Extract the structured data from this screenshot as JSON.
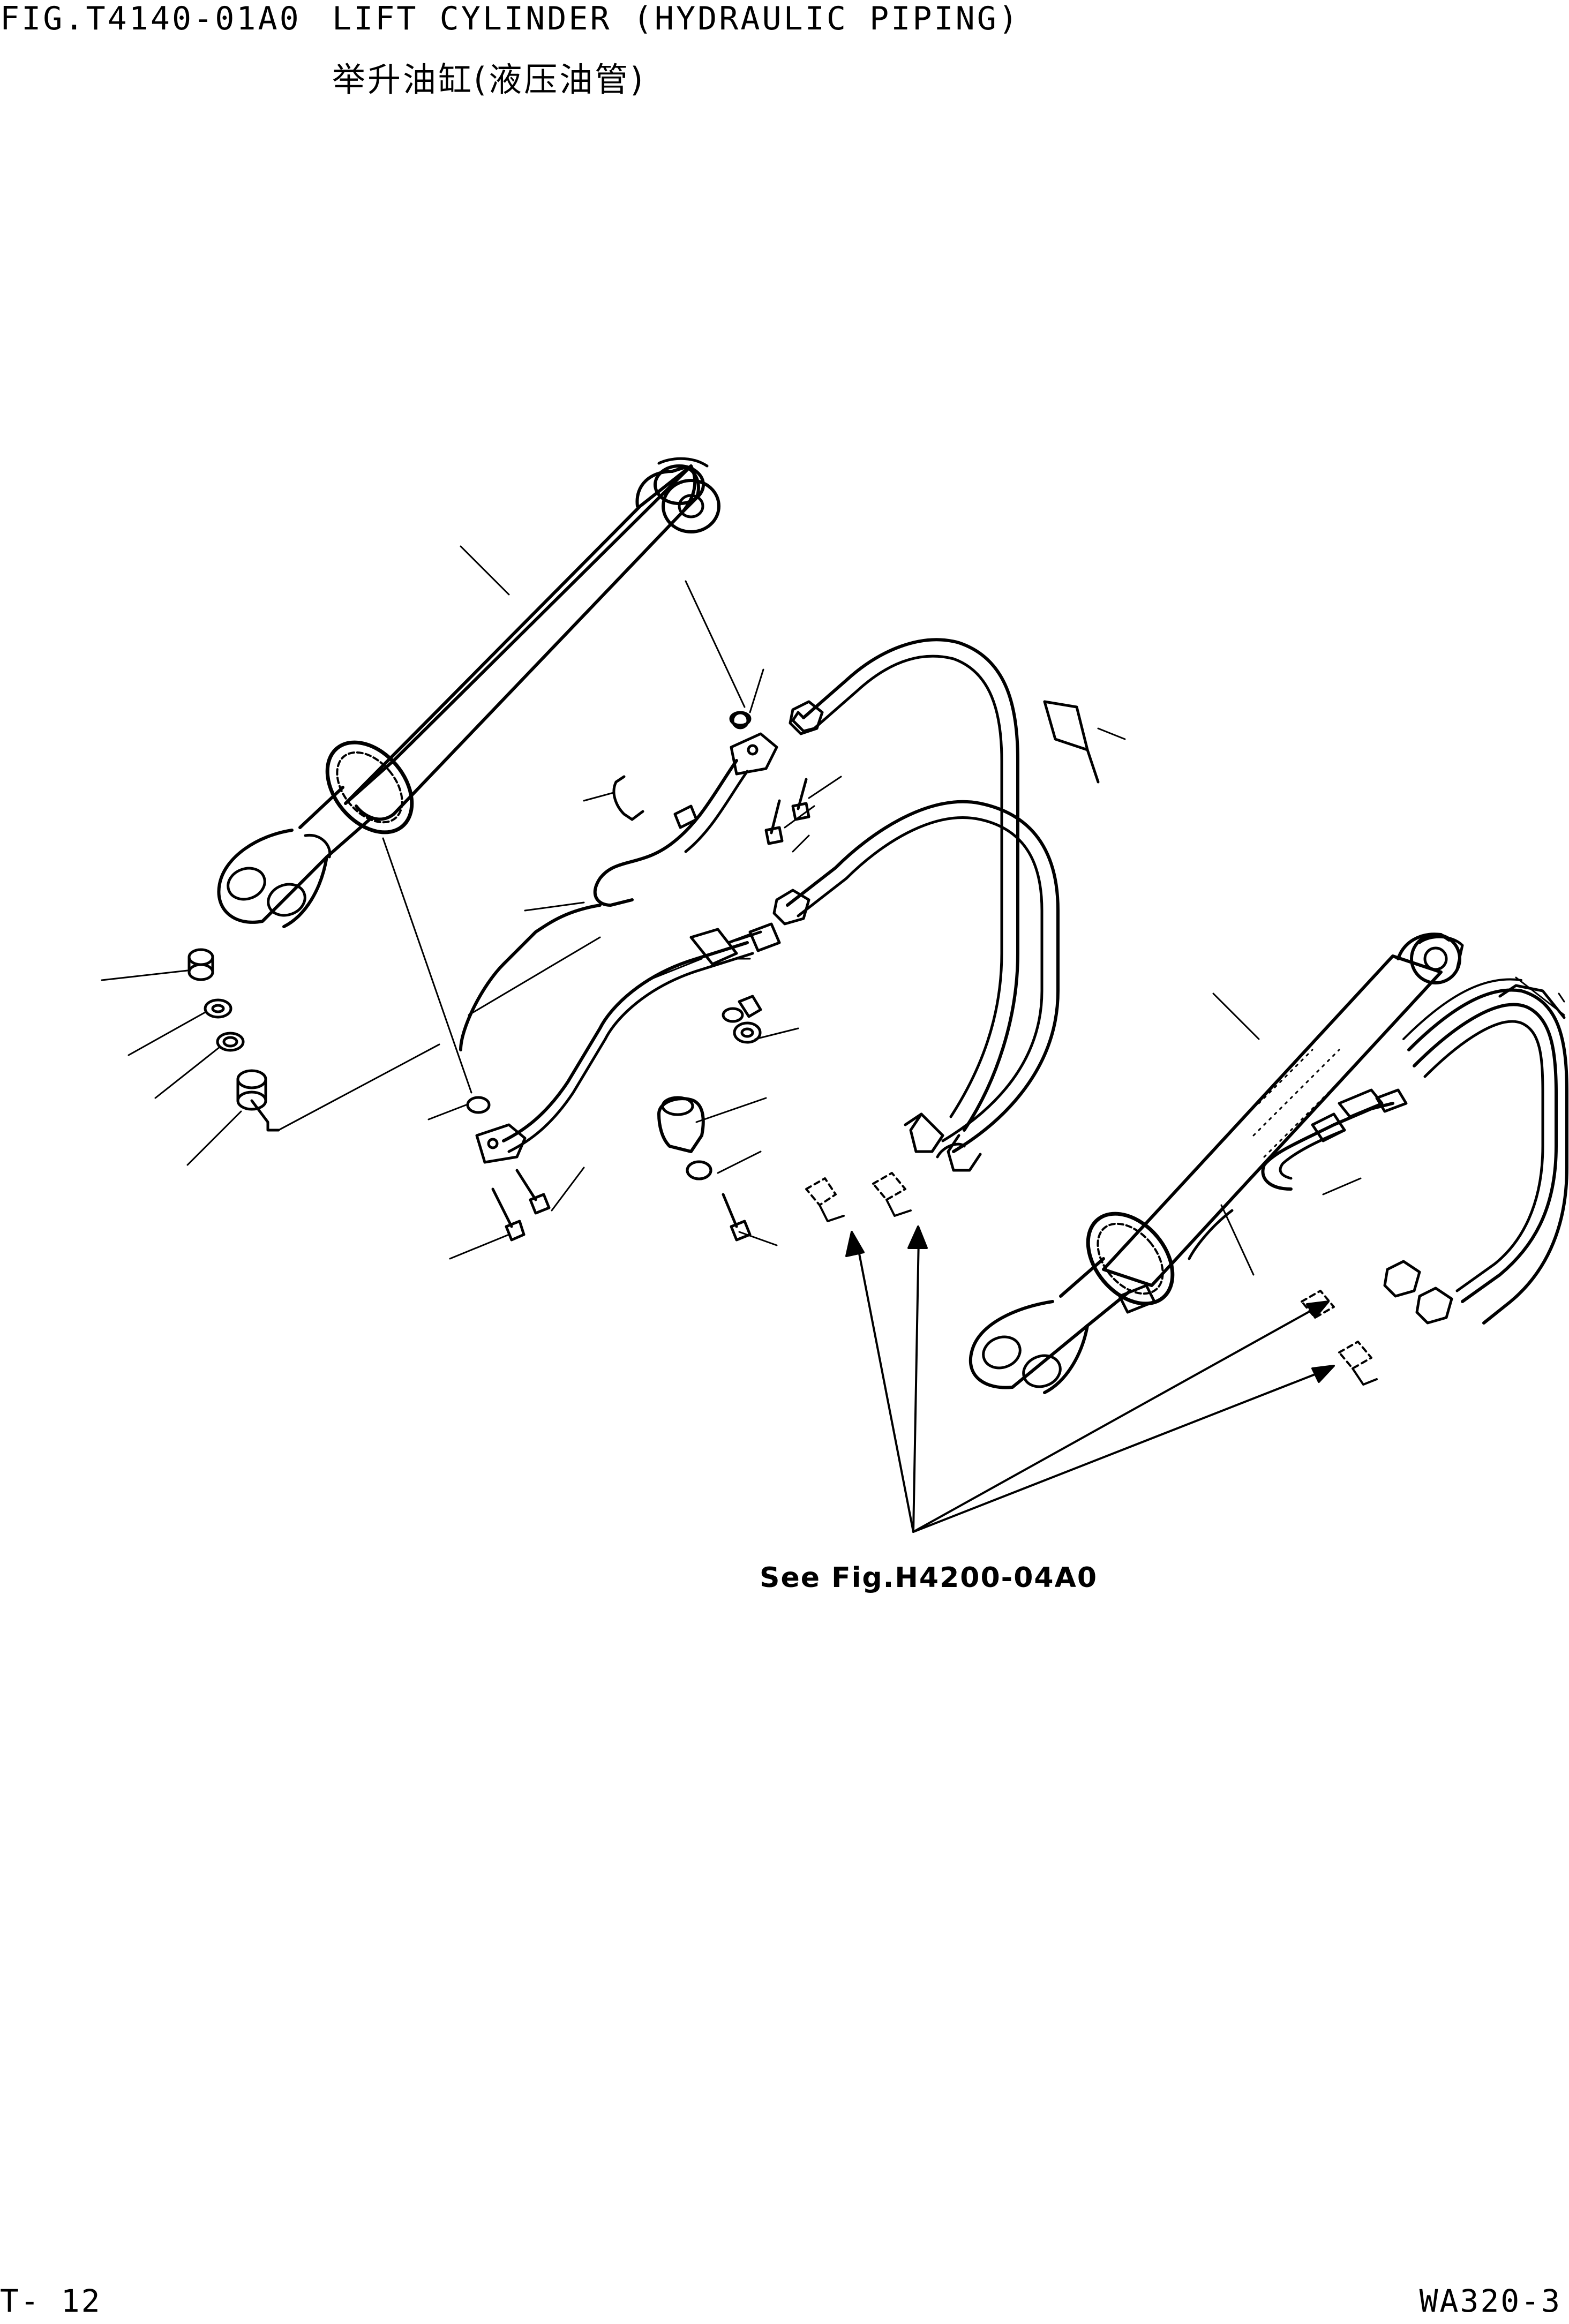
{
  "header": {
    "fig_code": "FIG.T4140-01A0",
    "title_en": "LIFT CYLINDER (HYDRAULIC PIPING)",
    "title_cn": "举升油缸(液压油管)"
  },
  "diagram": {
    "reference_note": "See Fig.H4200-04A0"
  },
  "footer": {
    "page_number": "T- 12",
    "model": "WA320-3"
  }
}
